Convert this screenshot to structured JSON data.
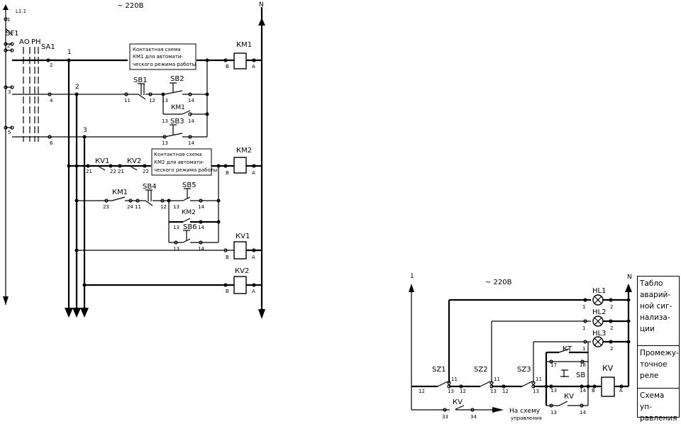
{
  "left": {
    "supply": "~ 220В",
    "bus_left_label": "L1.1",
    "neutral": "N",
    "sf": "SF1",
    "ao": "АО",
    "rn": "РН",
    "sa": "SA1",
    "line_numbers": [
      "1",
      "2",
      "3"
    ],
    "sa_contacts": [
      "1",
      "2",
      "3",
      "4",
      "5",
      "6"
    ],
    "box1": [
      "Контактная схема",
      "КМ1 для автомати-",
      "ческого режима работы"
    ],
    "box2": [
      "Контактная схема",
      "КМ2 для автомати-",
      "ческого режима работы"
    ],
    "km1": "КМ1",
    "km2": "КМ2",
    "kv1": "КV1",
    "kv2": "КV2",
    "sb1": "SB1",
    "sb2": "SB2",
    "sb3": "SB3",
    "sb4": "SB4",
    "sb5": "SB5",
    "sb6": "SB6",
    "coil_terms": [
      "В",
      "А"
    ],
    "t11": "11",
    "t12": "12",
    "t13": "13",
    "t14": "14",
    "t21": "21",
    "t22": "22",
    "t23": "23",
    "t24": "24"
  },
  "right": {
    "supply": "~ 220В",
    "phase": "1",
    "neutral": "N",
    "hl1": "HL1",
    "hl2": "HL2",
    "hl3": "HL3",
    "kt": "КТ",
    "sb": "SB",
    "kv": "КV",
    "sz1": "SZ1",
    "sz2": "SZ2",
    "sz3": "SZ3",
    "t1": "1",
    "t2": "2",
    "t11": "11",
    "t12": "12",
    "t13": "13",
    "t14": "14",
    "t17": "17",
    "t18": "18",
    "t33": "33",
    "t34": "34",
    "coil_terms": [
      "В",
      "А"
    ],
    "to_scheme": [
      "На схему",
      "управления"
    ],
    "legend": [
      "Табло аварий-ной сиг-нализа-ции",
      "Промежу-точное реле",
      "Схема уп-равления"
    ]
  }
}
